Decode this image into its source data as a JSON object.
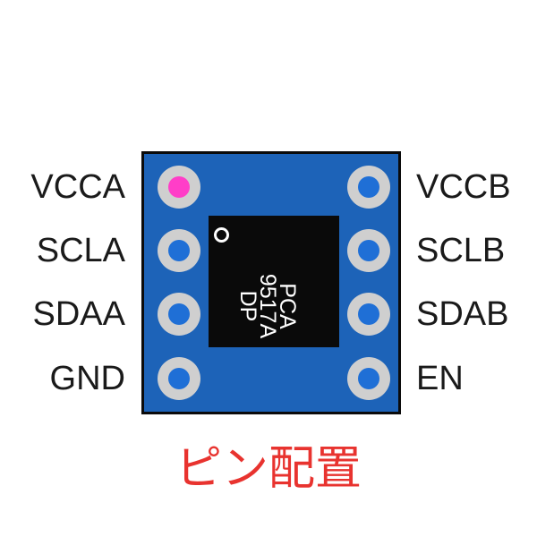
{
  "pins_left": [
    {
      "label": "VCCA",
      "hole_color": "#ff3ec8"
    },
    {
      "label": "SCLA",
      "hole_color": "#1f6fd6"
    },
    {
      "label": "SDAA",
      "hole_color": "#1f6fd6"
    },
    {
      "label": "GND",
      "hole_color": "#1f6fd6"
    }
  ],
  "pins_right": [
    {
      "label": "VCCB",
      "hole_color": "#1f6fd6"
    },
    {
      "label": "SCLB",
      "hole_color": "#1f6fd6"
    },
    {
      "label": "SDAB",
      "hole_color": "#1f6fd6"
    },
    {
      "label": "EN",
      "hole_color": "#1f6fd6"
    }
  ],
  "chip": {
    "line1": "PCA",
    "line2": "9517A",
    "line3": "DP"
  },
  "caption": "ピン配置",
  "colors": {
    "board": "#1d63b8",
    "caption": "#e8332f"
  }
}
